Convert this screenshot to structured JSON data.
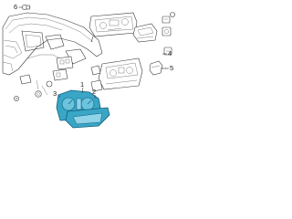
{
  "callouts": {
    "c1": "1",
    "c2": "2",
    "c3": "3",
    "c4": "4",
    "c5": "5",
    "c6": "6"
  },
  "colors": {
    "line": "#3a3a3a",
    "highlight_fill": "#3aa6c6",
    "highlight_stroke": "#0d5c7a",
    "background": "#ffffff"
  }
}
